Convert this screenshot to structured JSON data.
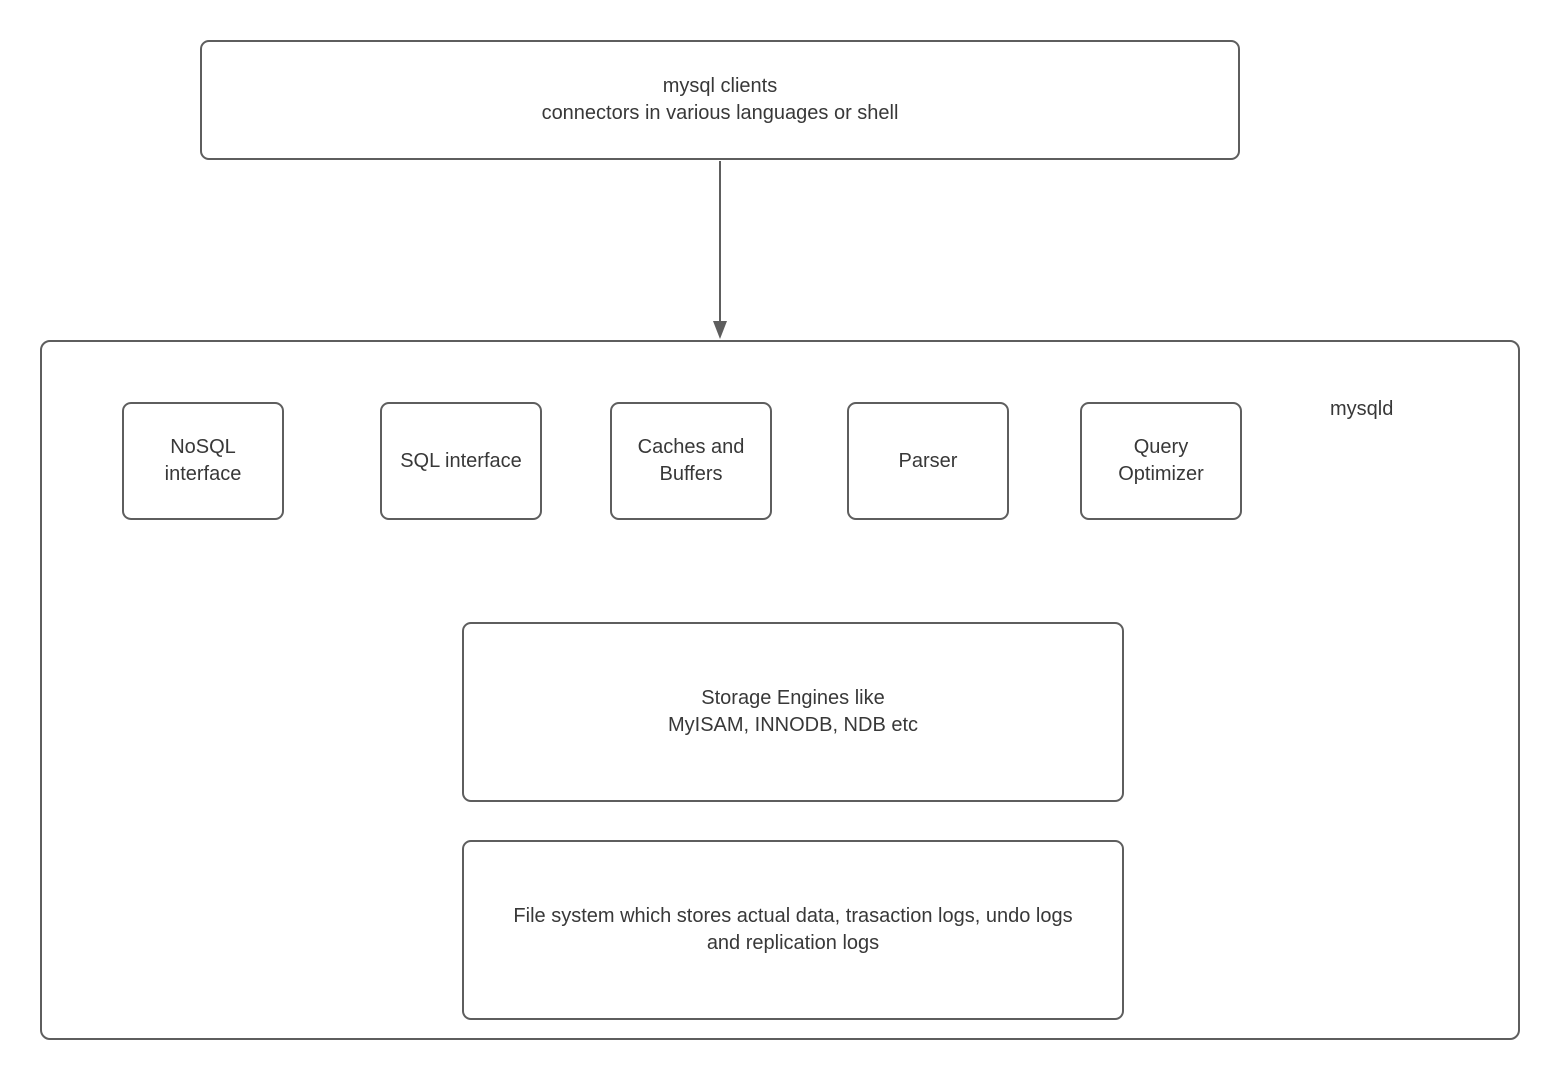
{
  "colors": {
    "border": "#5e5e5e",
    "text": "#383838",
    "canvas_bg": "#ffffff"
  },
  "clients_box": {
    "label": "mysql clients\nconnectors in various languages or shell"
  },
  "mysqld": {
    "label": "mysqld",
    "components": [
      {
        "label": "NoSQL\ninterface"
      },
      {
        "label": "SQL interface"
      },
      {
        "label": "Caches and\nBuffers"
      },
      {
        "label": "Parser"
      },
      {
        "label": "Query\nOptimizer"
      }
    ],
    "storage_engines_box": {
      "label": "Storage Engines like\nMyISAM, INNODB, NDB etc"
    },
    "file_system_box": {
      "label": "File system which stores actual data, trasaction logs, undo logs\nand replication logs"
    }
  }
}
